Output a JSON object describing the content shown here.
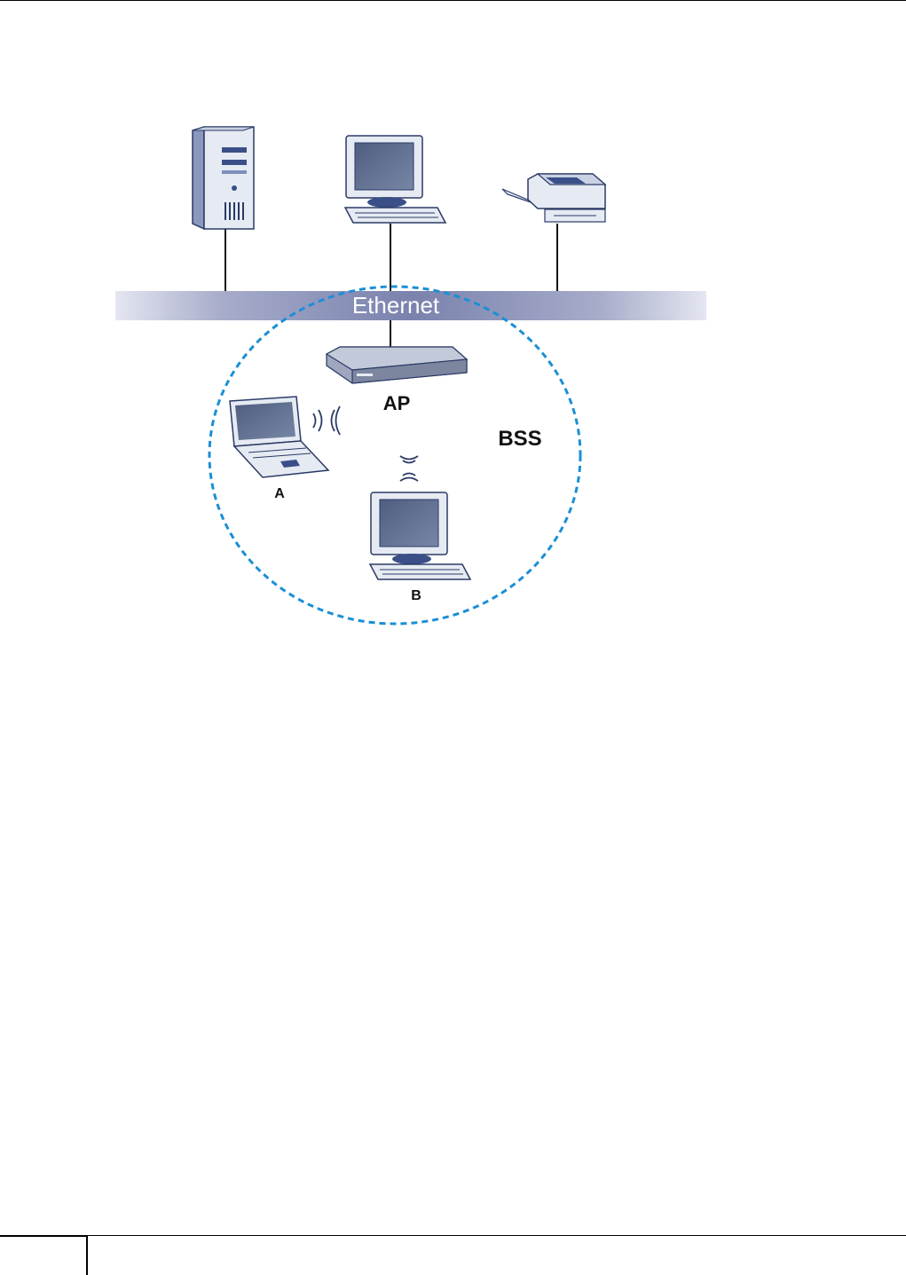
{
  "diagram": {
    "network_label": "Ethernet",
    "access_point_label": "AP",
    "bss_label": "BSS",
    "client_a_label": "A",
    "client_b_label": "B",
    "icons": [
      "server-icon",
      "desktop-computer-icon",
      "printer-icon",
      "access-point-icon",
      "laptop-icon",
      "wireless-signal-icon"
    ],
    "colors": {
      "bss_boundary": "#1a8fd6",
      "ethernet_bar": "#7a82ad",
      "device_body": "#e6ebf3",
      "screen": "#5d6b8c"
    }
  },
  "footer": {
    "page_number": ""
  }
}
